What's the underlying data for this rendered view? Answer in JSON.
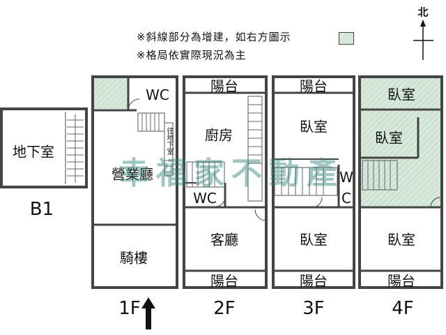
{
  "notes": [
    "※斜線部分為增建，如右方圖示",
    "※格局依實際現況為主"
  ],
  "compass": {
    "label": "北"
  },
  "colors": {
    "hatch": "#d6e8da",
    "wall": "#444444"
  },
  "watermark": "幸福家不動產",
  "floors": {
    "b1": {
      "label": "B1",
      "rooms": {
        "basement": "地下室"
      }
    },
    "f1": {
      "label": "1F",
      "rooms": {
        "wc": "WC",
        "shop": "營業廳",
        "arcade": "騎樓"
      },
      "stair_note": "往地下室"
    },
    "f2": {
      "label": "2F",
      "rooms": {
        "balcony_top": "陽台",
        "kitchen": "廚房",
        "wc": "WC",
        "living": "客廳",
        "balcony_bottom": "陽台"
      }
    },
    "f3": {
      "label": "3F",
      "rooms": {
        "balcony_top": "陽台",
        "bedroom_top": "臥室",
        "wc_w": "W",
        "wc_c": "C",
        "bedroom_bottom": "臥室",
        "balcony_bottom": "陽台"
      }
    },
    "f4": {
      "label": "4F",
      "rooms": {
        "bedroom_top": "臥室",
        "bedroom_mid": "臥室",
        "bedroom_bottom": "臥室",
        "balcony_bottom": "陽台"
      }
    }
  }
}
